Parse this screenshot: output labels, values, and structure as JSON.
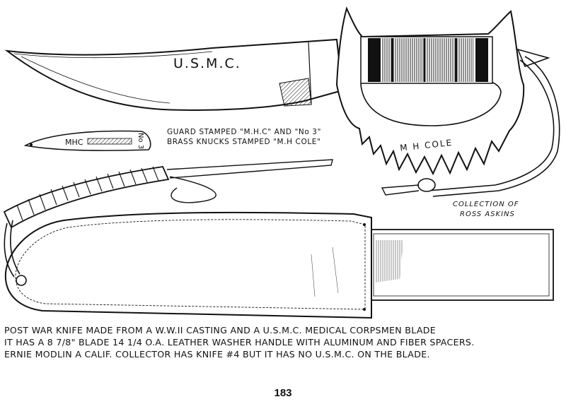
{
  "illustration": {
    "blade_marking": "U.S.M.C.",
    "guard_marking_left": "MHC",
    "guard_marking_right": "No 3",
    "stamp_note_line1": "GUARD STAMPED \"M.H.C\" AND \"No 3\"",
    "stamp_note_line2": "BRASS KNUCKS STAMPED \"M.H COLE\"",
    "knuckles_marking": "M H COLE",
    "collection_line1": "COLLECTION OF",
    "collection_line2": "ROSS ASKINS"
  },
  "caption": {
    "line1": "POST WAR KNIFE MADE FROM A W.W.II CASTING AND A U.S.M.C. MEDICAL CORPSMEN BLADE",
    "line2": "IT HAS A 8 7/8\" BLADE 14 1/4 O.A. LEATHER WASHER HANDLE WITH ALUMINUM AND FIBER SPACERS.",
    "line3": "ERNIE MODLIN A CALIF. COLLECTOR HAS KNIFE #4 BUT IT HAS NO U.S.M.C. ON THE BLADE."
  },
  "page_number": "183"
}
